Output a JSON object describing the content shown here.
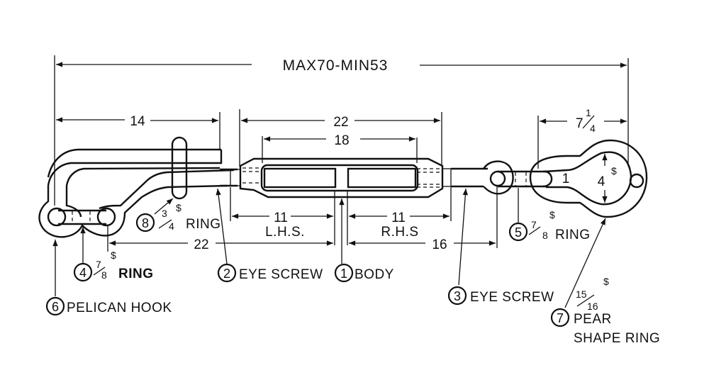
{
  "overall_dimension": "MAX70-MIN53",
  "dimensions": {
    "hook_length": "14",
    "body_length": "22",
    "body_window": "18",
    "lhs_thread": "11",
    "lhs_label": "L.H.S.",
    "rhs_thread": "11",
    "rhs_label": "R.H.S",
    "left_span": "22",
    "right_span": "16",
    "pear_ring_length_whole": "7",
    "pear_ring_length_num": "1",
    "pear_ring_length_den": "4",
    "pear_ring_width": "4",
    "pear_ring_width_mark": "$",
    "pear_ring_inner": "1"
  },
  "parts": [
    {
      "number": "1",
      "name": "BODY"
    },
    {
      "number": "2",
      "name": "EYE SCREW"
    },
    {
      "number": "3",
      "name": "EYE SCREW"
    },
    {
      "number": "4",
      "name": "RING",
      "size_num": "7",
      "size_den": "8",
      "mark": "$"
    },
    {
      "number": "5",
      "name": "RING",
      "size_num": "7",
      "size_den": "8",
      "mark": "$"
    },
    {
      "number": "6",
      "name": "PELICAN HOOK"
    },
    {
      "number": "7",
      "name": "PEAR",
      "name2": "SHAPE RING",
      "size_num": "15",
      "size_den": "16",
      "mark": "$"
    },
    {
      "number": "8",
      "name": "RING",
      "size_num": "3",
      "size_den": "4",
      "mark": "$"
    }
  ]
}
